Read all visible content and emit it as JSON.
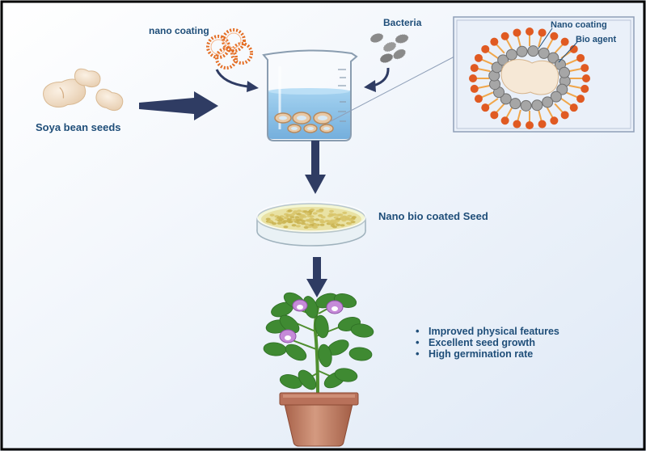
{
  "labels": {
    "seeds": "Soya bean seeds",
    "nano_coating": "nano coating",
    "bacteria": "Bacteria",
    "inset_nano_coating": "Nano coating",
    "inset_bio_agent": "Bio agent",
    "coated_seed": "Nano bio coated Seed"
  },
  "benefits": [
    "Improved physical features",
    "Excellent seed growth",
    "High germination rate"
  ],
  "colors": {
    "text": "#1f4e79",
    "arrow": "#2f3c63",
    "seed": "#f3e3cf",
    "nano_ring": "#e46f26",
    "bacteria": "#8a8a8a",
    "water": "#5aa7dc",
    "leaf": "#3f8a32",
    "flower": "#c58ad8",
    "pot": "#c7836a"
  }
}
